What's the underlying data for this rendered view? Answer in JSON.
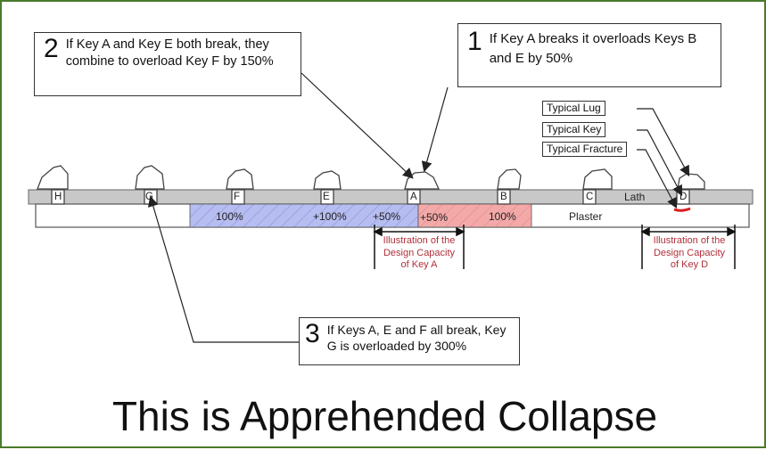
{
  "callouts": {
    "c1": {
      "number": "1",
      "text": "If Key A breaks it overloads Keys B and E by 50%"
    },
    "c2": {
      "number": "2",
      "text": "If Key A and Key E both break, they combine to overload Key F by 150%"
    },
    "c3": {
      "number": "3",
      "text": "If Keys A, E and F all break, Key G is overloaded by 300%"
    }
  },
  "typical_labels": {
    "lug": "Typical Lug",
    "key": "Typical Key",
    "fracture": "Typical Fracture"
  },
  "keys": [
    "H",
    "G",
    "F",
    "E",
    "A",
    "B",
    "C",
    "D"
  ],
  "material_labels": {
    "lath": "Lath",
    "plaster": "Plaster"
  },
  "load_labels": {
    "f_100": "100%",
    "e_100": "+100%",
    "e_50": "+50%",
    "b_50": "+50%",
    "b_100": "100%"
  },
  "illustrations": {
    "key_a": "Illustration of the Design Capacity of Key A",
    "key_d": "Illustration of the Design Capacity of Key D"
  },
  "title": "This is Apprehended Collapse",
  "colors": {
    "overload_blue": "#b6bdf0",
    "overload_red": "#f4a9a9",
    "lath_gray": "#c8c8c8",
    "annotation_red": "#b0303a",
    "fracture_red": "#d91e1e"
  }
}
